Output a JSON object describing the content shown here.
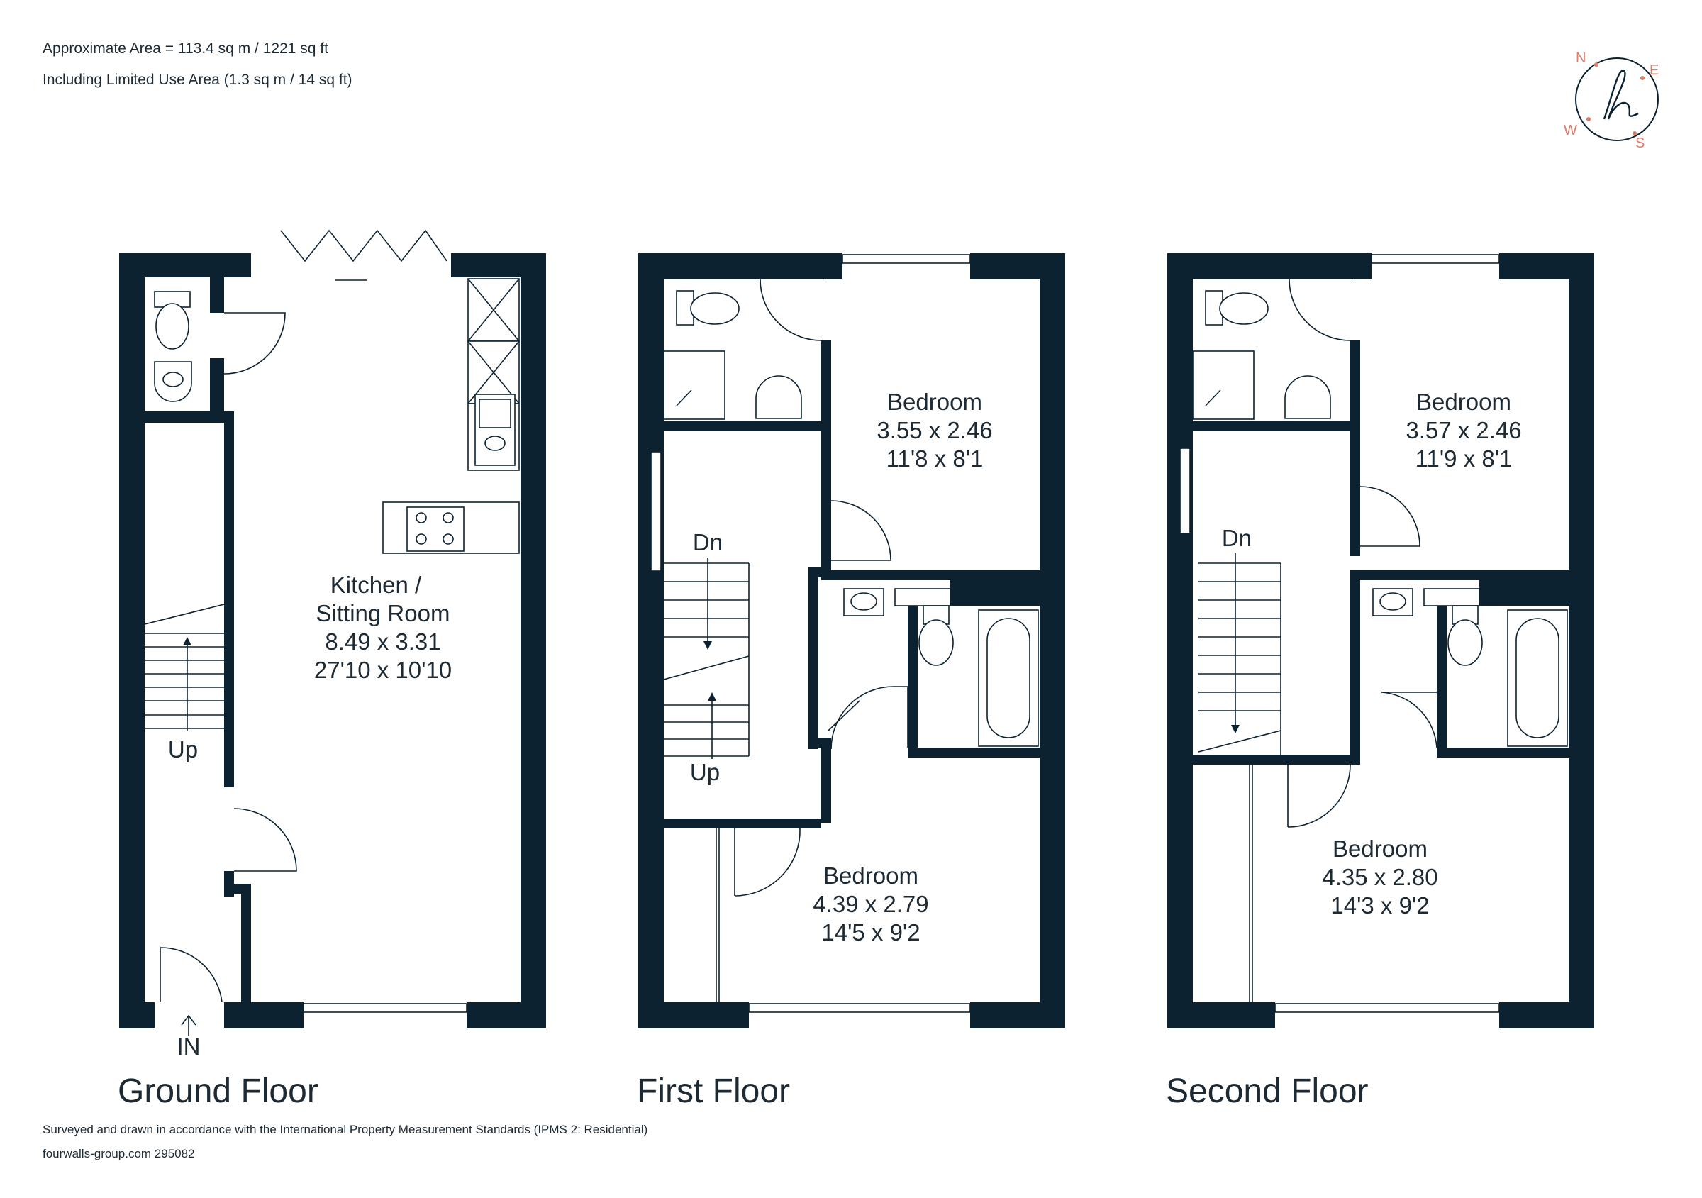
{
  "header": {
    "area": "Approximate Area = 113.4 sq m / 1221 sq ft",
    "limited_use": "Including Limited Use Area (1.3 sq m / 14 sq ft)"
  },
  "compass": {
    "n": "N",
    "e": "E",
    "s": "S",
    "w": "W",
    "logo": "h-logo",
    "color": "#e07a6a"
  },
  "floors": {
    "ground": {
      "name": "Ground Floor",
      "rooms": {
        "kitchen": [
          "Kitchen /",
          "Sitting Room",
          "8.49 x 3.31",
          "27'10 x 10'10"
        ]
      },
      "stairs": "Up",
      "entrance": "IN"
    },
    "first": {
      "name": "First Floor",
      "rooms": {
        "bedroom_top": [
          "Bedroom",
          "3.55 x 2.46",
          "11'8 x 8'1"
        ],
        "bedroom_bottom": [
          "Bedroom",
          "4.39 x 2.79",
          "14'5 x 9'2"
        ]
      },
      "stairs_down": "Dn",
      "stairs_up": "Up"
    },
    "second": {
      "name": "Second Floor",
      "rooms": {
        "bedroom_top": [
          "Bedroom",
          "3.57 x 2.46",
          "11'9 x 8'1"
        ],
        "bedroom_bottom": [
          "Bedroom",
          "4.35 x 2.80",
          "14'3 x 9'2"
        ]
      },
      "stairs_down": "Dn"
    }
  },
  "footer": {
    "standards": "Surveyed and drawn in accordance with the International Property Measurement Standards (IPMS 2: Residential)",
    "ref": "fourwalls-group.com 295082"
  },
  "colors": {
    "wall": "#0d2230",
    "accent": "#e07a6a"
  }
}
